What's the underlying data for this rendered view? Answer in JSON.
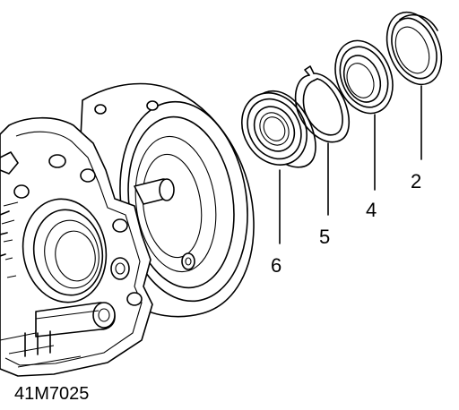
{
  "diagram": {
    "figure_code": "41M7025",
    "callouts": [
      {
        "id": "2",
        "label": "2"
      },
      {
        "id": "4",
        "label": "4"
      },
      {
        "id": "5",
        "label": "5"
      },
      {
        "id": "6",
        "label": "6"
      }
    ]
  }
}
